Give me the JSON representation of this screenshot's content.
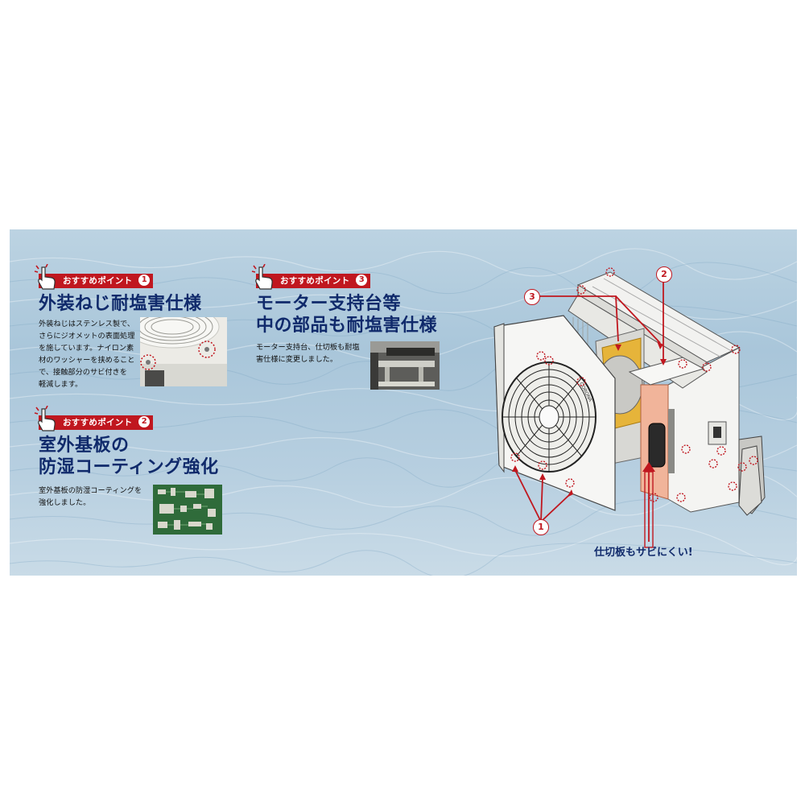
{
  "points": [
    {
      "badge": "おすすめポイント",
      "number": "1",
      "title": "外装ねじ耐塩害仕様",
      "body": "外装ねじはステンレス製で、\nさらにジオメットの表面処理\nを施しています。ナイロン素\n材のワッシャーを挟めること\nで、接触部分のサビ付きを\n軽減します。"
    },
    {
      "badge": "おすすめポイント",
      "number": "2",
      "title_line1": "室外基板の",
      "title_line2": "防湿コーティング強化",
      "body": "室外基板の防湿コーティングを\n強化しました。"
    },
    {
      "badge": "おすすめポイント",
      "number": "3",
      "title_line1": "モーター支持台等",
      "title_line2": "中の部品も耐塩害仕様",
      "body": "モーター支持台、仕切板も耐塩\n害仕様に変更しました。"
    }
  ],
  "diagram": {
    "callout_1": "1",
    "callout_2": "2",
    "callout_3": "3",
    "caption": "仕切板もサビにくい!",
    "brand_mark": "CORONA"
  },
  "colors": {
    "accent_red": "#c0171f",
    "heading_navy": "#102a6b",
    "partition_orange": "#f1b49a",
    "motor_yellow": "#e6b43a"
  }
}
